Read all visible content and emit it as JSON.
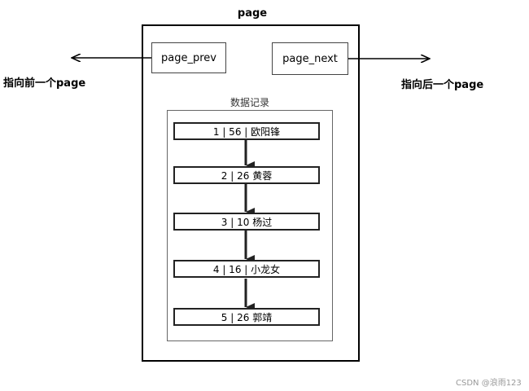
{
  "page": {
    "title": "page"
  },
  "pointers": {
    "prev": {
      "label": "page_prev",
      "direction_text": "指向前一个page"
    },
    "next": {
      "label": "page_next",
      "direction_text": "指向后一个page"
    }
  },
  "records": {
    "title": "数据记录",
    "items": [
      {
        "text": "1 | 56 | 欧阳锋"
      },
      {
        "text": "2 | 26   黄蓉"
      },
      {
        "text": "3 | 10   杨过"
      },
      {
        "text": "4 | 16 | 小龙女"
      },
      {
        "text": "5 | 26   郭靖"
      }
    ]
  },
  "watermark": {
    "text": "CSDN @浪雨123"
  },
  "colors": {
    "stroke": "#000000",
    "record_border": "#222222"
  }
}
